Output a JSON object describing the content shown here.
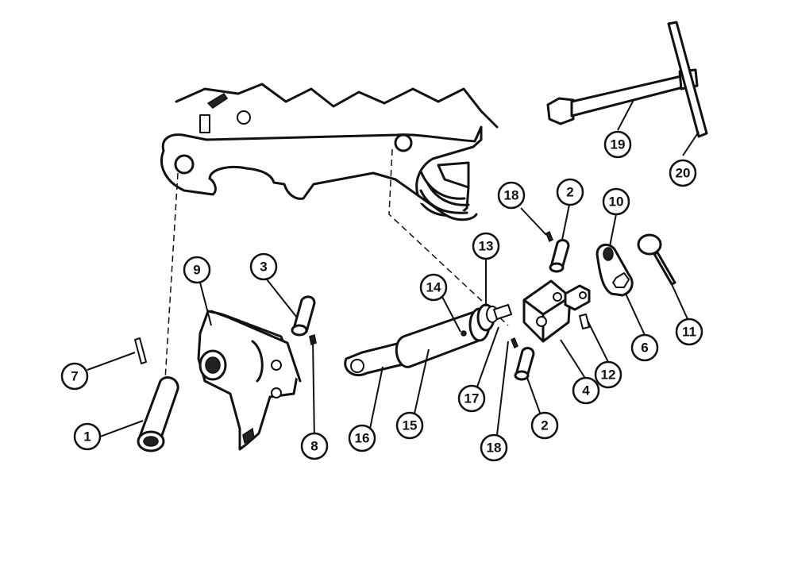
{
  "callouts": [
    {
      "id": "c1",
      "label": "1"
    },
    {
      "id": "c2a",
      "label": "2"
    },
    {
      "id": "c2b",
      "label": "2"
    },
    {
      "id": "c3",
      "label": "3"
    },
    {
      "id": "c4",
      "label": "4"
    },
    {
      "id": "c6",
      "label": "6"
    },
    {
      "id": "c7",
      "label": "7"
    },
    {
      "id": "c8",
      "label": "8"
    },
    {
      "id": "c9",
      "label": "9"
    },
    {
      "id": "c10",
      "label": "10"
    },
    {
      "id": "c11",
      "label": "11"
    },
    {
      "id": "c12",
      "label": "12"
    },
    {
      "id": "c13",
      "label": "13"
    },
    {
      "id": "c14",
      "label": "14"
    },
    {
      "id": "c15",
      "label": "15"
    },
    {
      "id": "c16",
      "label": "16"
    },
    {
      "id": "c17",
      "label": "17"
    },
    {
      "id": "c18a",
      "label": "18"
    },
    {
      "id": "c18b",
      "label": "18"
    },
    {
      "id": "c19",
      "label": "19"
    },
    {
      "id": "c20",
      "label": "20"
    }
  ]
}
